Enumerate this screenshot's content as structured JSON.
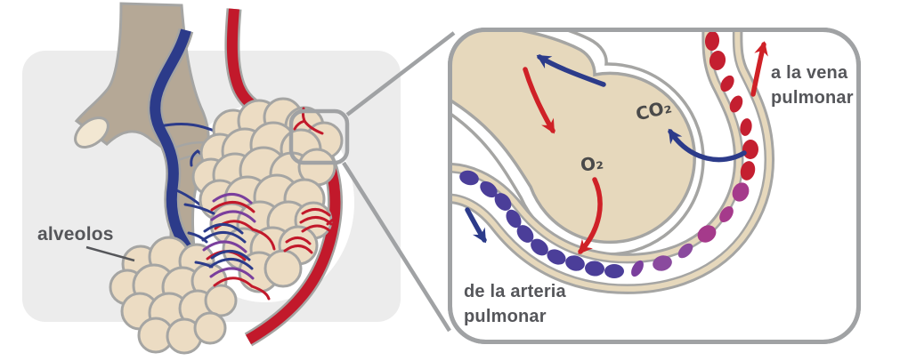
{
  "overview_panel": {
    "label_alveolos": "alveolos"
  },
  "detail_panel": {
    "gas_labels": {
      "co2": "CO₂",
      "o2": "O₂"
    },
    "vena_label": {
      "line1": "a la vena",
      "line2": "pulmonar"
    },
    "arteria_label": {
      "line1": "de la arteria",
      "line2": "pulmonar"
    }
  },
  "colors": {
    "background_gray": "#ececec",
    "outline_gray": "#a5a5a3",
    "border_gray": "#a0a2a4",
    "bronchiole_tan": "#b5a896",
    "opening_cream": "#f2e7d2",
    "alveolus_tan": "#ecdcc3",
    "detail_tan": "#e6d8bc",
    "vein_blue": "#2c3b8a",
    "artery_red": "#c2192b",
    "arrow_red": "#cf2127",
    "cell_indigo": "#4b3e99",
    "cell_purple": "#8a4a9e",
    "cell_purple_dark": "#7a3f9d",
    "cell_magenta": "#a53a8b",
    "cell_red": "#c41f30",
    "text_dark": "#55565a",
    "gas_text": "#4a4a4a"
  }
}
